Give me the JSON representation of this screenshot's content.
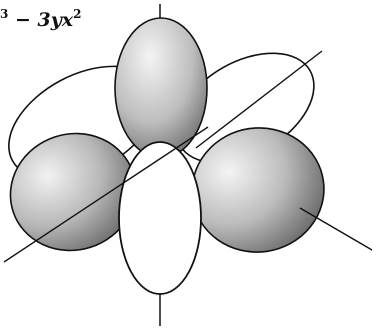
{
  "label": {
    "lead_exponent": "3",
    "minus": " − ",
    "term": "3yx",
    "term_exponent": "2"
  },
  "colors": {
    "ink": "#111111",
    "shaded_light": "#f2f2f2",
    "shaded_dark": "#6a6a6a",
    "background": "#ffffff"
  },
  "lobes": [
    {
      "name": "top-center",
      "phase": "shaded"
    },
    {
      "name": "left-front",
      "phase": "shaded"
    },
    {
      "name": "right-front",
      "phase": "shaded"
    },
    {
      "name": "bottom-center",
      "phase": "open"
    },
    {
      "name": "left-back",
      "phase": "open"
    },
    {
      "name": "right-back",
      "phase": "open"
    }
  ]
}
